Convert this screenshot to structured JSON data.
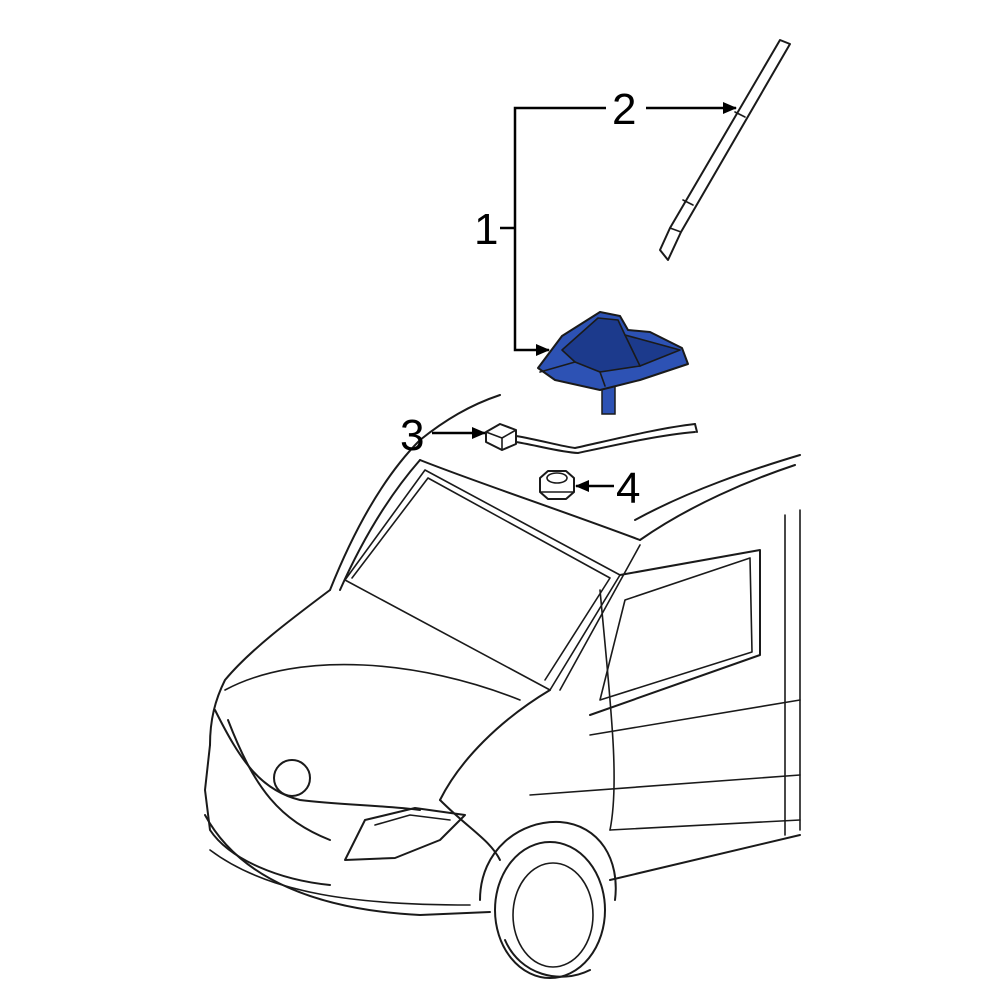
{
  "callouts": {
    "c1": "1",
    "c2": "2",
    "c3": "3",
    "c4": "4"
  },
  "colors": {
    "highlight": "#2d52b4",
    "highlight_dark": "#1c3a8c",
    "line": "#1a1a1a"
  },
  "parts": [
    {
      "callout": "1",
      "highlighted": true
    },
    {
      "callout": "2",
      "highlighted": false
    },
    {
      "callout": "3",
      "highlighted": false
    },
    {
      "callout": "4",
      "highlighted": false
    }
  ]
}
